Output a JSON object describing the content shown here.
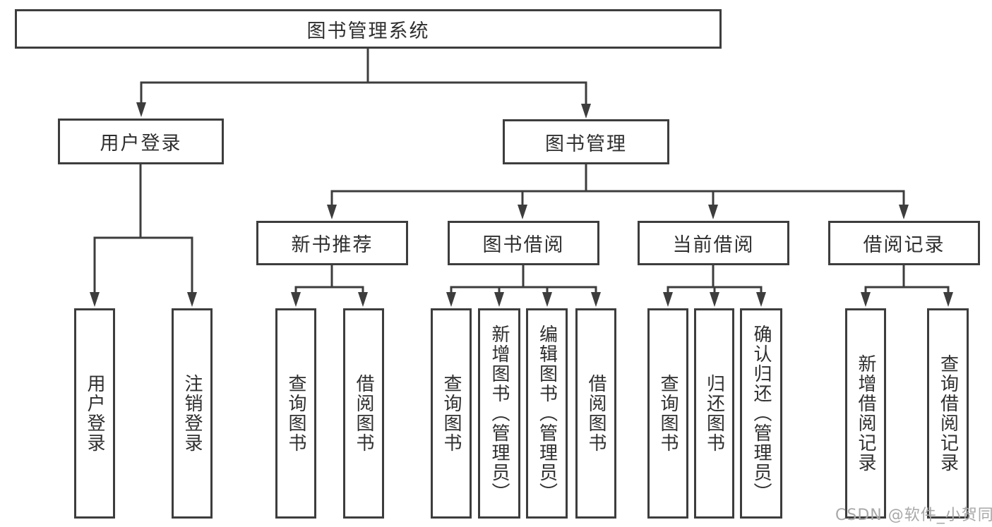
{
  "tree": {
    "root": "图书管理系统",
    "level2": [
      {
        "label": "用户登录",
        "children": [
          "用户登录",
          "注销登录"
        ]
      },
      {
        "label": "图书管理",
        "children": [
          {
            "label": "新书推荐",
            "children": [
              "查询图书",
              "借阅图书"
            ]
          },
          {
            "label": "图书借阅",
            "children": [
              "查询图书",
              "新增图书（管理员）",
              "编辑图书（管理员）",
              "借阅图书"
            ]
          },
          {
            "label": "当前借阅",
            "children": [
              "查询图书",
              "归还图书",
              "确认归还（管理员）"
            ]
          },
          {
            "label": "借阅记录",
            "children": [
              "新增借阅记录",
              "查询借阅记录"
            ]
          }
        ]
      }
    ]
  },
  "watermark": {
    "text": "CSDN @软件_小贺同学"
  },
  "colors": {
    "line": "#3d3d3d",
    "text": "#2f2f2f",
    "box_background": "#ffffff",
    "watermark": "#a8a8a8"
  }
}
